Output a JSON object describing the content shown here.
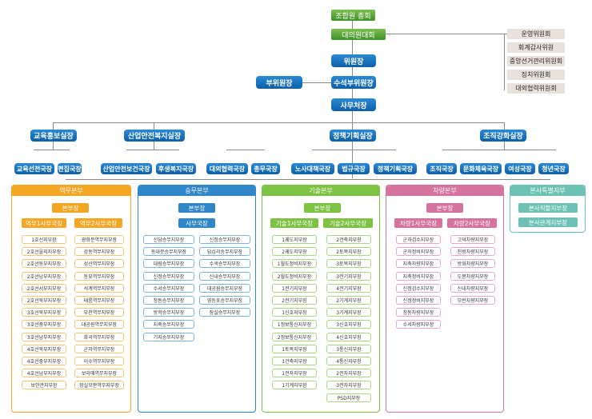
{
  "top": {
    "general_assembly": "조합원 총회",
    "delegates": "대의원대회",
    "chair": "위원장",
    "vice_chair": "부위원장",
    "senior_vice_chair": "수석부위원장",
    "secretary_general": "사무처장"
  },
  "committees": [
    "운영위원회",
    "회계감사위원",
    "중앙선거관리위원회",
    "징치위원회",
    "대외협력위원회"
  ],
  "offices": [
    {
      "label": "교육홍보실장",
      "bureaus": [
        "교육선전국장",
        "편집국장"
      ]
    },
    {
      "label": "산업안전복지실장",
      "bureaus": [
        "산업안전보건국장",
        "후생복지국장"
      ]
    },
    {
      "label": "",
      "bureaus": [
        "대외협력국장",
        "총무국장"
      ]
    },
    {
      "label": "정책기획실장",
      "bureaus": [
        "노사대책국장",
        "법규국장",
        "정책기획국장"
      ]
    },
    {
      "label": "조직강화실장",
      "bureaus": [
        "조직국장",
        "문화체육국장",
        "여성국장",
        "청년국장"
      ]
    }
  ],
  "divisions": [
    {
      "name": "역무본부",
      "color": "#f5a623",
      "head": "본부장",
      "groups": [
        {
          "title": "역무1사무국장",
          "items": [
            "1호선지부장",
            "2호선을지지부장",
            "2호선동부지부장",
            "2호선남부지부장",
            "2호선서부지부장",
            "2호선북부지부장",
            "3호선북부지부장",
            "3호선중부지부장",
            "3호선남부지부장",
            "4호선북부지부장",
            "4호선중부지부장",
            "4호선남부지부장",
            "보안관지부장"
          ]
        },
        {
          "title": "역무2사무국장",
          "items": [
            "광화문역무지부장",
            "강동역무지부장",
            "성산역무지부장",
            "동묘역무지부장",
            "석계역무지부장",
            "태릉역무지부장",
            "부천역무지부장",
            "대공원역무지부장",
            "화곡역무지부장",
            "군자역무지부장",
            "이수역무지부장",
            "보라매역무지부장",
            "장실모판역무지부장"
          ]
        }
      ]
    },
    {
      "name": "승무본부",
      "color": "#2f86c9",
      "head": "본부장",
      "groups": [
        {
          "title": "사무국장",
          "items": []
        },
        {
          "title": "",
          "items": [
            "신답승무지부장",
            "동대문승무지부장",
            "대림승무지부장",
            "신정승무지부장",
            "수서승무지부장",
            "창동승무지부장",
            "방학승무지부장",
            "지축승무지부장",
            "기지승무지부장"
          ]
        },
        {
          "title": "",
          "items": [
            "신정승무지부장",
            "답십리승무지부장",
            "수색승무지부장",
            "신내승무지부장",
            "대공원승무지부장",
            "영등포승무지부장",
            "잠실승무지부장"
          ]
        }
      ]
    },
    {
      "name": "기술본부",
      "color": "#7dc243",
      "head": "본부장",
      "groups": [
        {
          "title": "기술1사무국장",
          "items": [
            "1궤도지부장",
            "2궤도지부장",
            "1월도정비지부장",
            "2월도정비지부장",
            "1전기지부장",
            "2전기지부장",
            "1신호지부장",
            "1정보통신지부장",
            "2정보통신지부장",
            "1토목지부장",
            "1건축지부장",
            "1전자지부장",
            "1기계지부장"
          ]
        },
        {
          "title": "기술2사무국장",
          "items": [
            "2건축지부장",
            "2토목지부장",
            "3토목지부장",
            "3전기지부장",
            "4전기지부장",
            "2기계지부장",
            "3기계지부장",
            "3신호지부장",
            "4신호지부장",
            "3통신지부장",
            "4통신지부장",
            "2전자지부장",
            "3전자지부장",
            "PSD지부장"
          ]
        }
      ]
    },
    {
      "name": "차량본부",
      "color": "#d6729e",
      "head": "본부장",
      "groups": [
        {
          "title": "차량1사무국장",
          "items": [
            "군자검수지부장",
            "군자정비지부장",
            "지축차량지부장",
            "지축정비지부장",
            "신정검수지부장",
            "신정정비지부장",
            "창동차량지부장",
            "수서차량지부장"
          ]
        },
        {
          "title": "차량2사무국장",
          "items": [
            "고덕차량지부장",
            "천왕차량지부장",
            "방화차량지부장",
            "도봉차량지부장",
            "신내차량지부장",
            "모란차량지부장"
          ]
        }
      ]
    },
    {
      "name": "본사특별지부",
      "color": "#6cc3b5",
      "head": "",
      "groups": [
        {
          "title": "",
          "items": [
            "본사직할지부장",
            "본사관계지부장"
          ]
        }
      ]
    }
  ]
}
